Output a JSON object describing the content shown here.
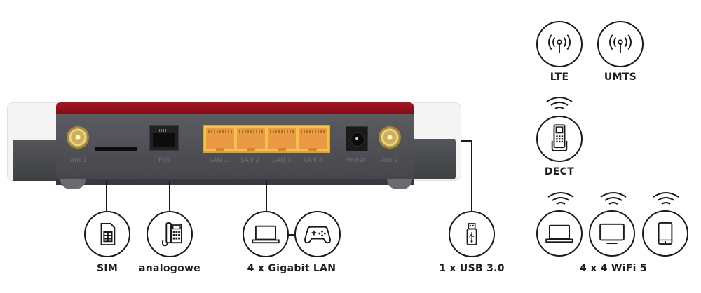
{
  "router": {
    "ports": [
      {
        "id": "ant1",
        "label": "Ant 1"
      },
      {
        "id": "sim-slot",
        "label": ""
      },
      {
        "id": "fon",
        "label": "Fon"
      },
      {
        "id": "lan1",
        "label": "LAN 1"
      },
      {
        "id": "lan2",
        "label": "LAN 2"
      },
      {
        "id": "lan3",
        "label": "LAN 3"
      },
      {
        "id": "lan4",
        "label": "LAN 4"
      },
      {
        "id": "power",
        "label": "Power"
      },
      {
        "id": "ant2",
        "label": "Ant 2"
      }
    ],
    "colors": {
      "top": "#a71520",
      "body": "#505156",
      "lan": "#f2c14e",
      "antenna": "#cfae57"
    }
  },
  "features": {
    "sim": {
      "label": "SIM",
      "icon": "sim-card-icon"
    },
    "analog": {
      "label": "analogowe",
      "icon": "desk-phone-icon"
    },
    "lan": {
      "label": "4 x Gigabit LAN",
      "icons": [
        "laptop-icon",
        "gamepad-icon"
      ]
    },
    "usb": {
      "label": "1 x USB 3.0",
      "icon": "usb-stick-icon"
    },
    "lte": {
      "label": "LTE",
      "icon": "antenna-signal-icon"
    },
    "umts": {
      "label": "UMTS",
      "icon": "antenna-signal-icon"
    },
    "dect": {
      "label": "DECT",
      "icon": "cordless-phone-icon"
    },
    "wifi": {
      "label": "4 x 4 WiFi 5",
      "icons": [
        "laptop-icon",
        "monitor-icon",
        "tablet-icon"
      ]
    }
  }
}
